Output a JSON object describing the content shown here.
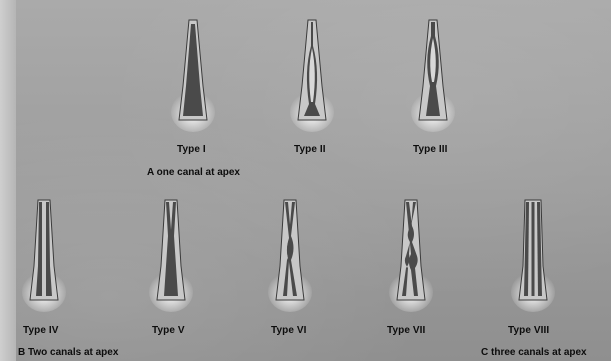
{
  "types": [
    {
      "label": "Type I"
    },
    {
      "label": "Type II"
    },
    {
      "label": "Type III"
    },
    {
      "label": "Type IV"
    },
    {
      "label": "Type V"
    },
    {
      "label": "Type VI"
    },
    {
      "label": "Type VII"
    },
    {
      "label": "Type VIII"
    }
  ],
  "groups": {
    "a": "A one canal at apex",
    "b": "B Two canals at apex",
    "c": "C three canals at apex"
  }
}
